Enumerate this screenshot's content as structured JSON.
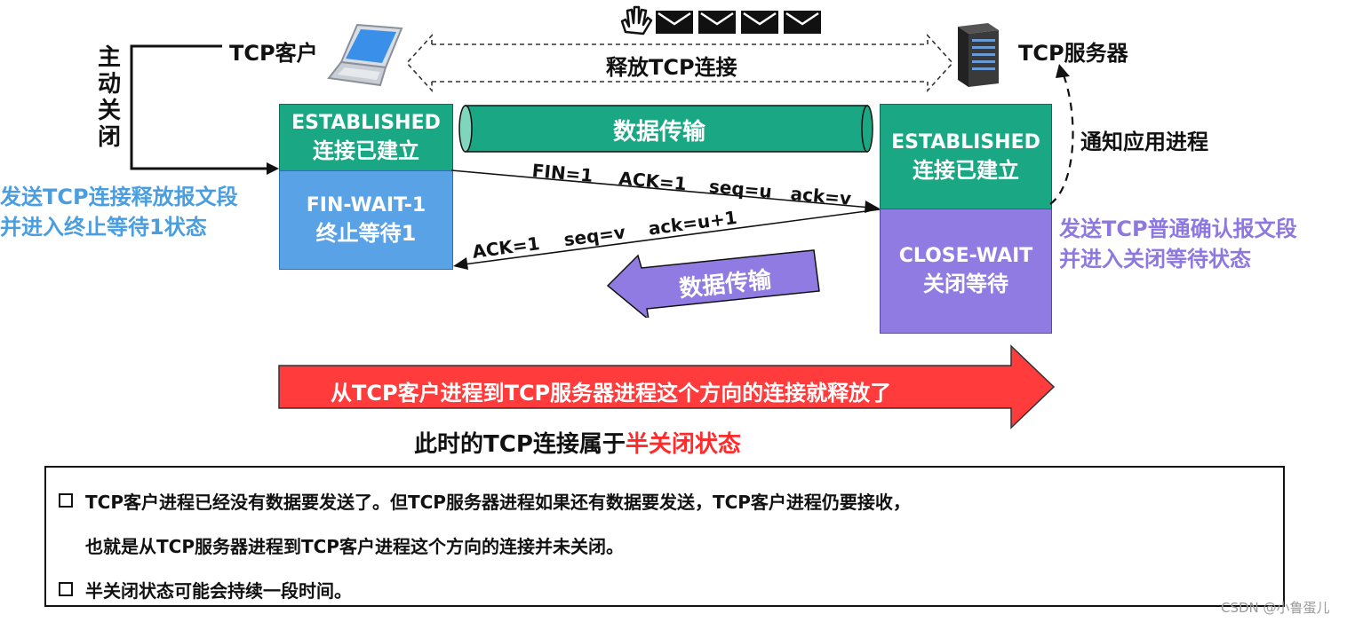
{
  "top": {
    "client_label": "TCP客户",
    "server_label": "TCP服务器",
    "release_label": "释放TCP连接"
  },
  "side": {
    "active_close": [
      "主",
      "动",
      "关",
      "闭"
    ],
    "client_send_line1": "发送TCP连接释放报文段",
    "client_send_line2": "并进入终止等待1状态",
    "notify_app": "通知应用进程",
    "server_send_line1": "发送TCP普通确认报文段",
    "server_send_line2": "并进入关闭等待状态"
  },
  "client_states": {
    "established_en": "ESTABLISHED",
    "established_zh": "连接已建立",
    "finwait_en": "FIN-WAIT-1",
    "finwait_zh": "终止等待1"
  },
  "server_states": {
    "established_en": "ESTABLISHED",
    "established_zh": "连接已建立",
    "closewait_en": "CLOSE-WAIT",
    "closewait_zh": "关闭等待"
  },
  "transfer": {
    "upper": "数据传输",
    "lower": "数据传输"
  },
  "segments": {
    "fin": [
      "FIN=1",
      "ACK=1",
      "seq=u",
      "ack=v"
    ],
    "ack": [
      "ACK=1",
      "seq=v",
      "ack=u+1"
    ]
  },
  "banner": {
    "red_arrow": "从TCP客户进程到TCP服务器进程这个方向的连接就释放了",
    "half_prefix": "此时的TCP连接属于",
    "half_highlight": "半关闭状态"
  },
  "notes": {
    "item1_line1": "TCP客户进程已经没有数据要发送了。但TCP服务器进程如果还有数据要发送，TCP客户进程仍要接收，",
    "item1_line2": "也就是从TCP服务器进程到TCP客户进程这个方向的连接并未关闭。",
    "item2": "半关闭状态可能会持续一段时间。"
  },
  "watermark": "CSDN @小鲁蛋儿",
  "colors": {
    "teal": "#1aa884",
    "blue": "#5aa2e6",
    "purple": "#8f7be2",
    "red": "#ff3b3b",
    "label_blue": "#4a9ee0",
    "label_purple": "#8d78e0"
  }
}
